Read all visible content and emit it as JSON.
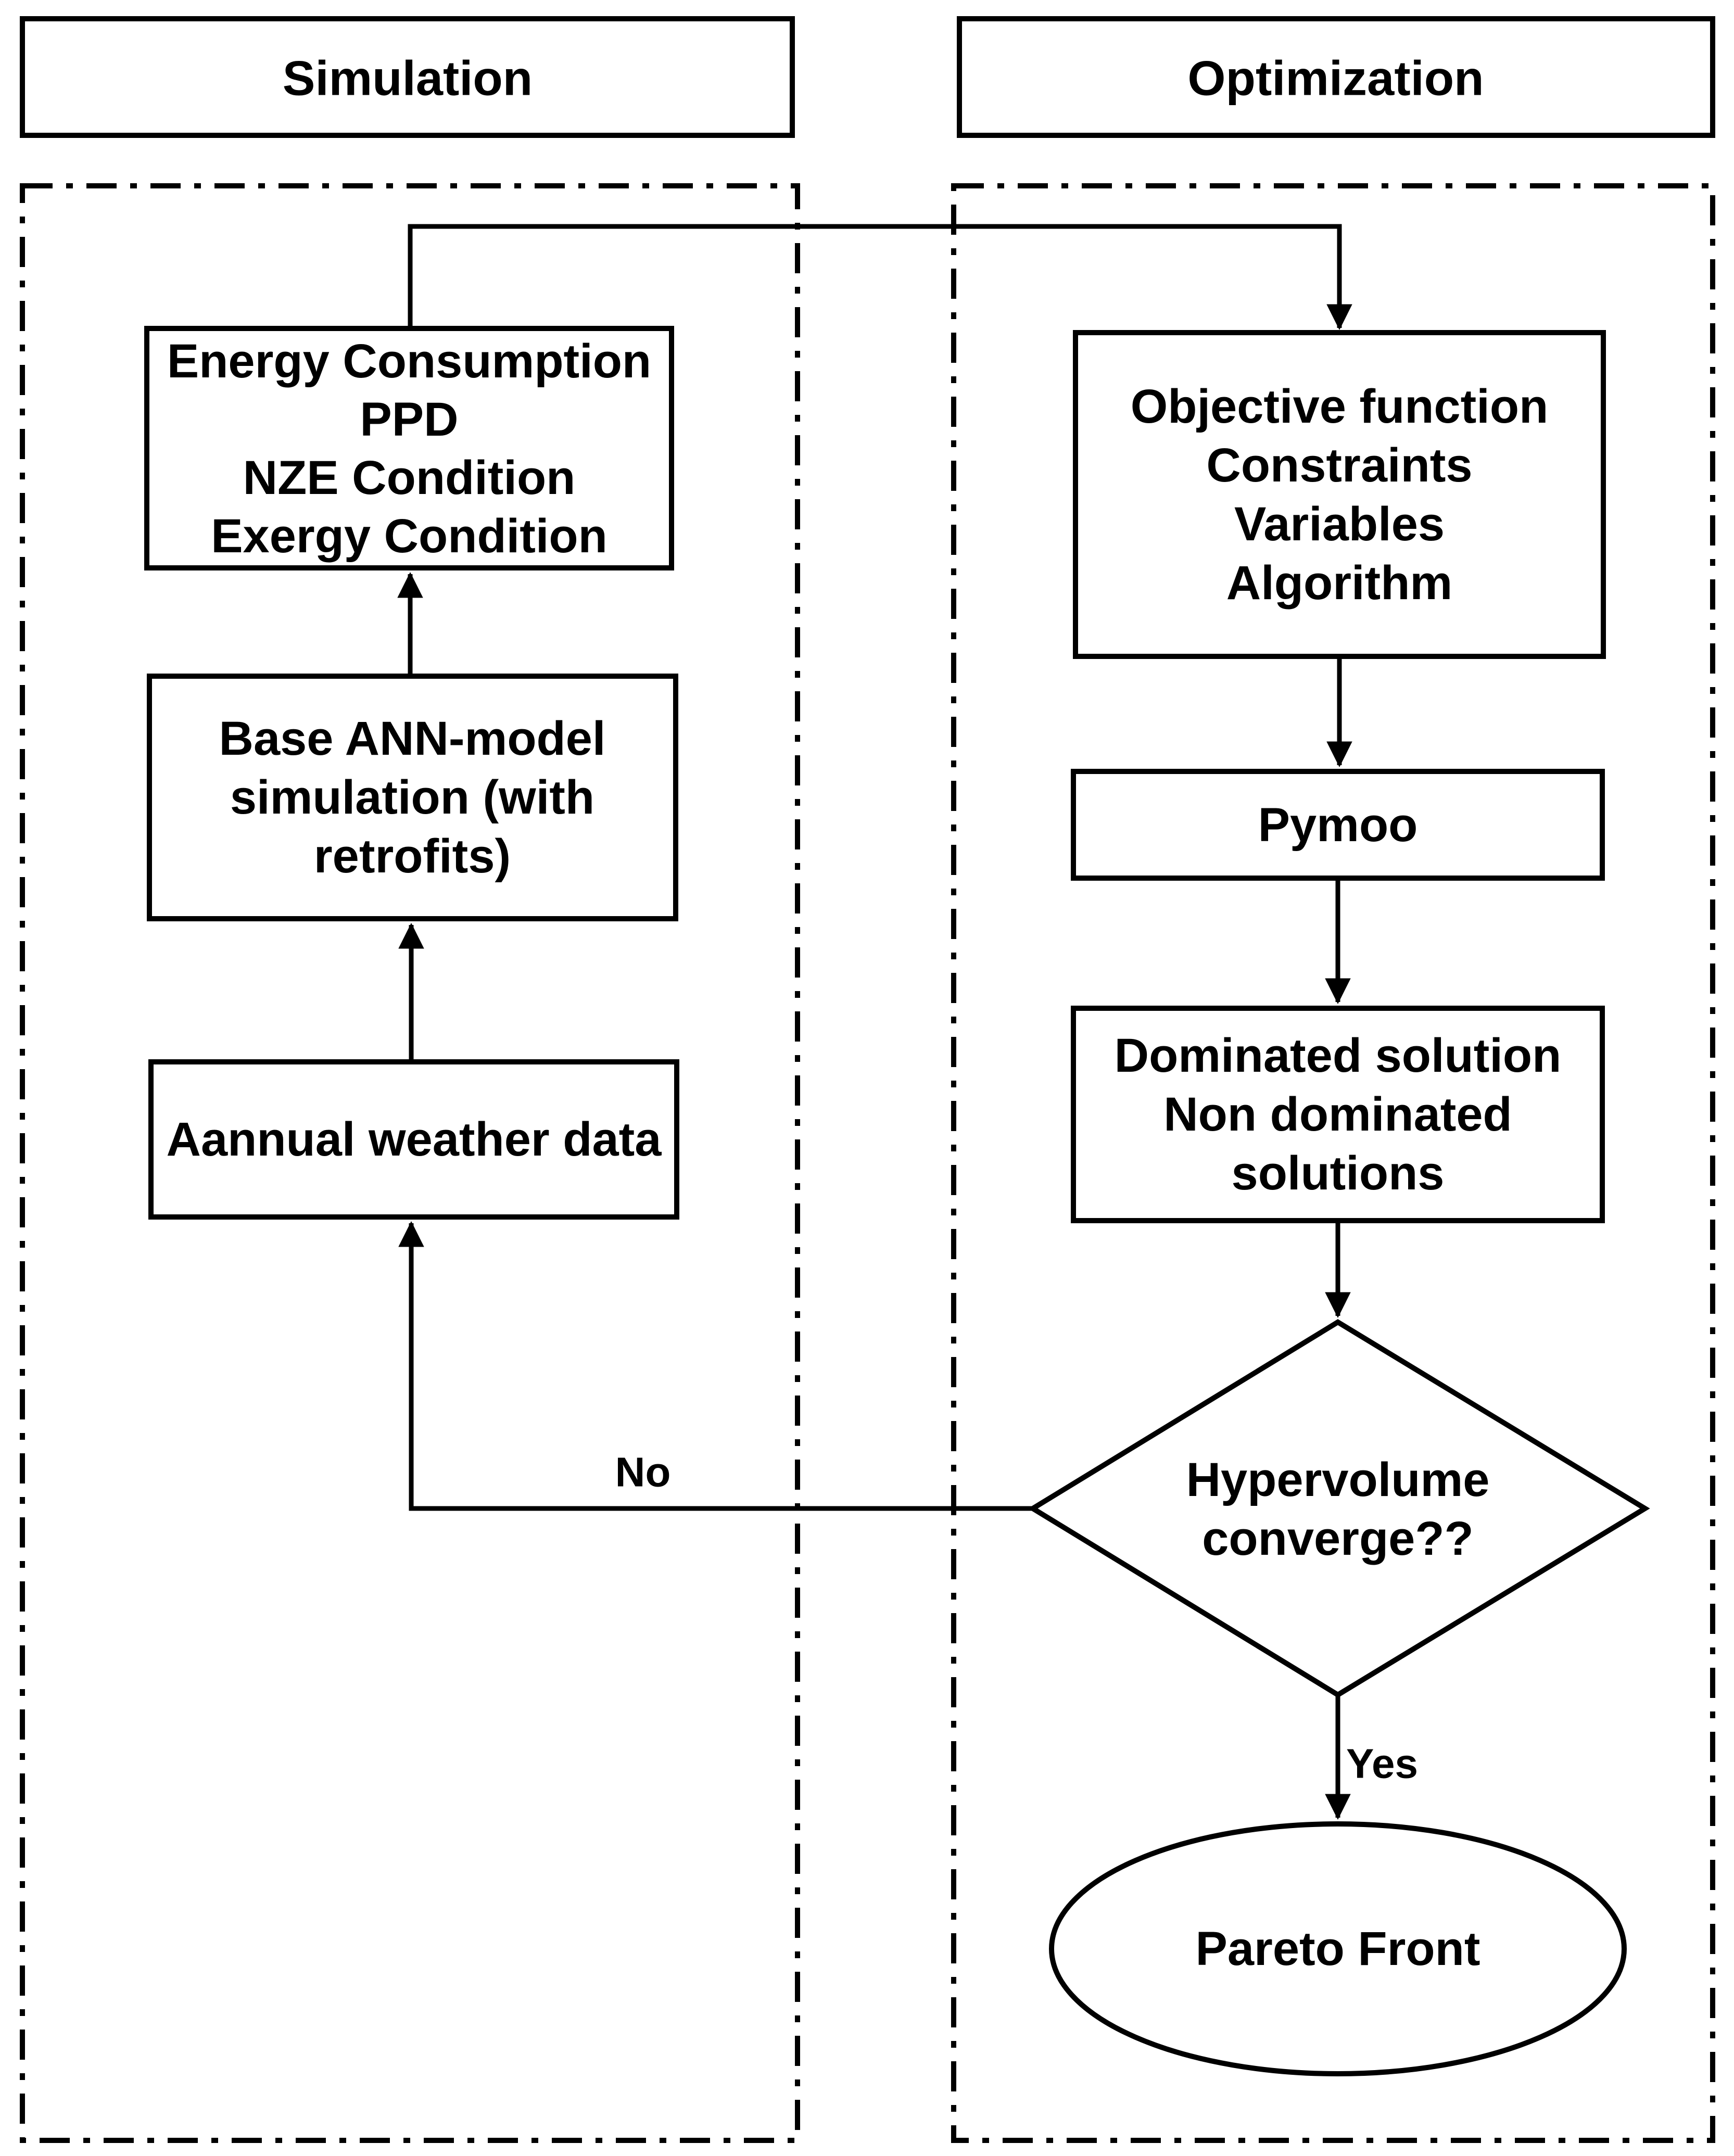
{
  "figure": {
    "background": "#ffffff",
    "ink": "#000000"
  },
  "headers": {
    "simulation": "Simulation",
    "optimization": "Optimization"
  },
  "simulation_column": {
    "results_box": {
      "lines": [
        "Energy Consumption",
        "PPD",
        "NZE Condition",
        "Exergy Condition"
      ]
    },
    "ann_model_box": {
      "lines": [
        "Base ANN-model",
        "simulation (with",
        "retrofits)"
      ]
    },
    "weather_box": {
      "lines": [
        "Aannual weather data"
      ]
    }
  },
  "optimization_column": {
    "problem_setup_box": {
      "lines": [
        "Objective function",
        "Constraints",
        "Variables",
        "Algorithm"
      ]
    },
    "pymoo_box": {
      "lines": [
        "Pymoo"
      ]
    },
    "solutions_box": {
      "lines": [
        "Dominated solution",
        "Non dominated",
        "solutions"
      ]
    },
    "convergence_decision": {
      "lines": [
        "Hypervolume",
        "converge??"
      ]
    },
    "pareto_terminal": {
      "lines": [
        "Pareto Front"
      ]
    }
  },
  "edge_labels": {
    "no": "No",
    "yes": "Yes"
  }
}
